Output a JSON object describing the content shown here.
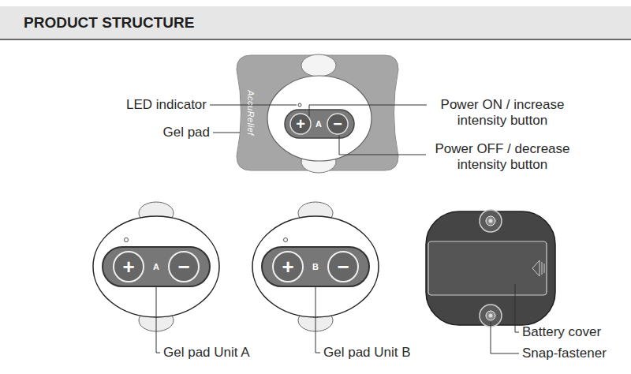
{
  "diagram": {
    "title": "PRODUCT STRUCTURE",
    "labels": [
      "LED indicator",
      "Gel pad",
      "Power ON / increase intensity button",
      "Power OFF / decrease intensity button",
      "AccuRelief",
      "+",
      "A",
      "−",
      "+",
      "A",
      "−",
      "+",
      "B",
      "−",
      "Gel pad Unit A",
      "Gel pad Unit B",
      "Battery cover",
      "Snap-fastener"
    ]
  }
}
